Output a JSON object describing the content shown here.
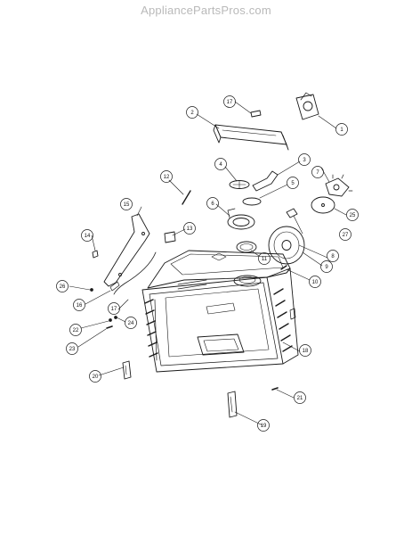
{
  "watermark": "AppliancePartsPros.com",
  "callouts": [
    "1",
    "2",
    "3",
    "4",
    "5",
    "6",
    "7",
    "8",
    "9",
    "10",
    "11",
    "12",
    "13",
    "15",
    "14",
    "16",
    "17",
    "18",
    "19",
    "20",
    "21",
    "22",
    "23",
    "24",
    "25",
    "26",
    "27",
    "17"
  ]
}
